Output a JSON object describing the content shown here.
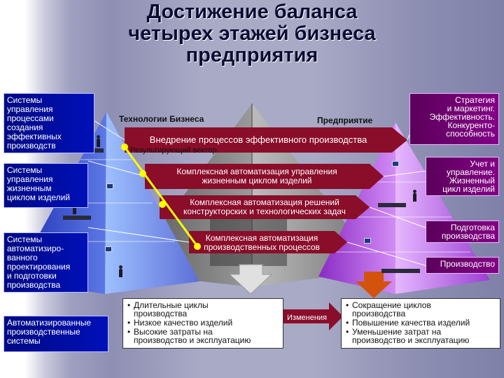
{
  "title": {
    "line1": "Достижение баланса",
    "line2": "четырех этажей бизнеса",
    "line3": "предприятия"
  },
  "left_boxes": [
    {
      "label": "Системы\nуправления\nпроцессами\nсоздания\nэффективных\nпроизводств"
    },
    {
      "label": "Системы\nуправления\nжизненным\nциклом изделий"
    },
    {
      "label": "Системы\nавтоматизиро-\nванного\nпроектирования\nи подготовки\nпроизводства"
    },
    {
      "label": "Автоматизированные\nпроизводственные\nсистемы"
    }
  ],
  "right_boxes": [
    {
      "label": "Стратегия\nи маркетинг.\nЭффективность.\nКонкуренто-\nспособность"
    },
    {
      "label": "Учет и\nуправление.\nЖизненный\nцикл изделий"
    },
    {
      "label": "Подготовка\nпроизводства"
    },
    {
      "label": "Производство"
    }
  ],
  "pyramid_tags": {
    "left": "Технологии Бизнеса",
    "right": "Предприятие"
  },
  "banners": [
    {
      "label": "Внедрение процессов эффективного производства"
    },
    {
      "label": "Комплексная автоматизация управления\nжизненным циклом изделий"
    },
    {
      "label": "Комплексная автоматизация решений\nконструкторских и технологических задач"
    },
    {
      "label": "Комплексная автоматизация\nпроизводственных процессов"
    }
  ],
  "vector_label": "Результирующий вектор",
  "problems": [
    "Длительные циклы\nпроизводства",
    "Низкое качество изделий",
    "Высокие затраты на\nпроизводство и эксплуатацию"
  ],
  "change_label": "Изменения",
  "results": [
    "Сокращение циклов\nпроизводства",
    "Повышение качества изделий",
    "Уменьшение затрат на\nпроизводство и эксплуатацию"
  ],
  "colors": {
    "left_box": "#0010b8",
    "right_box": "#840086",
    "banner": "#8a0d2a",
    "vector": "#ffff00",
    "down_arrow_grey": "#d8d8d8",
    "down_arrow_orange": "#d4530c"
  }
}
